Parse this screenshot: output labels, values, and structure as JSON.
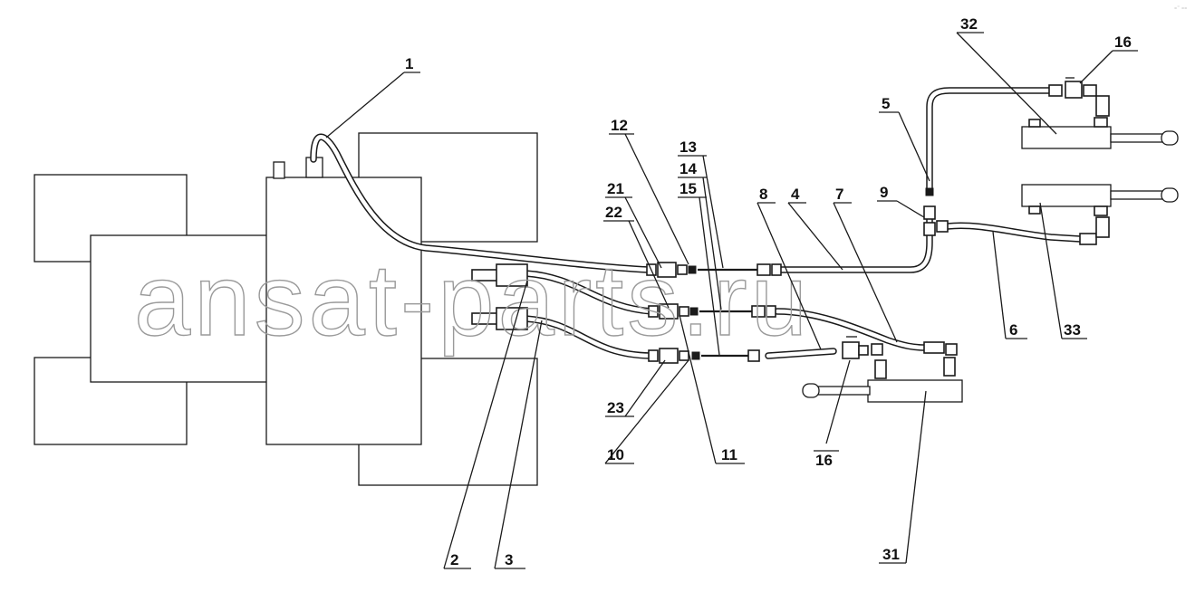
{
  "watermark": "ansat-parts.ru",
  "callouts": {
    "c1": "1",
    "c2": "2",
    "c3": "3",
    "c4": "4",
    "c5": "5",
    "c6": "6",
    "c7": "7",
    "c8": "8",
    "c9": "9",
    "c10": "10",
    "c11": "11",
    "c12": "12",
    "c13": "13",
    "c14": "14",
    "c15": "15",
    "c16a": "16",
    "c16b": "16",
    "c21": "21",
    "c22": "22",
    "c23": "23",
    "c31": "31",
    "c32": "32",
    "c33": "33"
  },
  "corner_mark": "₌⁻ ₌₌"
}
